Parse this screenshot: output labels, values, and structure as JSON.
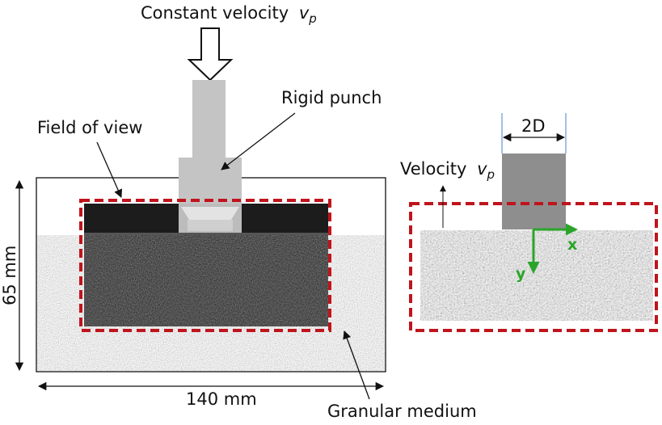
{
  "left_panel": {
    "title": "Constant velocity",
    "title_var": "v",
    "title_sub": "p",
    "punch_label": "Rigid punch",
    "fov_label": "Field of view",
    "height_label": "65 mm",
    "width_label": "140 mm",
    "medium_label": "Granular medium"
  },
  "right_panel": {
    "width_label": "2D",
    "velocity_label": "Velocity",
    "velocity_var": "v",
    "velocity_sub": "p",
    "x_axis_label": "x",
    "y_axis_label": "y"
  },
  "colors": {
    "frame_red": "#c0141c",
    "axis_green": "#2aa52a",
    "punch_gray": "#c4c4c4",
    "sample_dark": "#2b2b2b",
    "granular_light": "#bdbdbd",
    "dem_gray": "#7a7a7a",
    "dim_blue": "#4a7fd0"
  }
}
